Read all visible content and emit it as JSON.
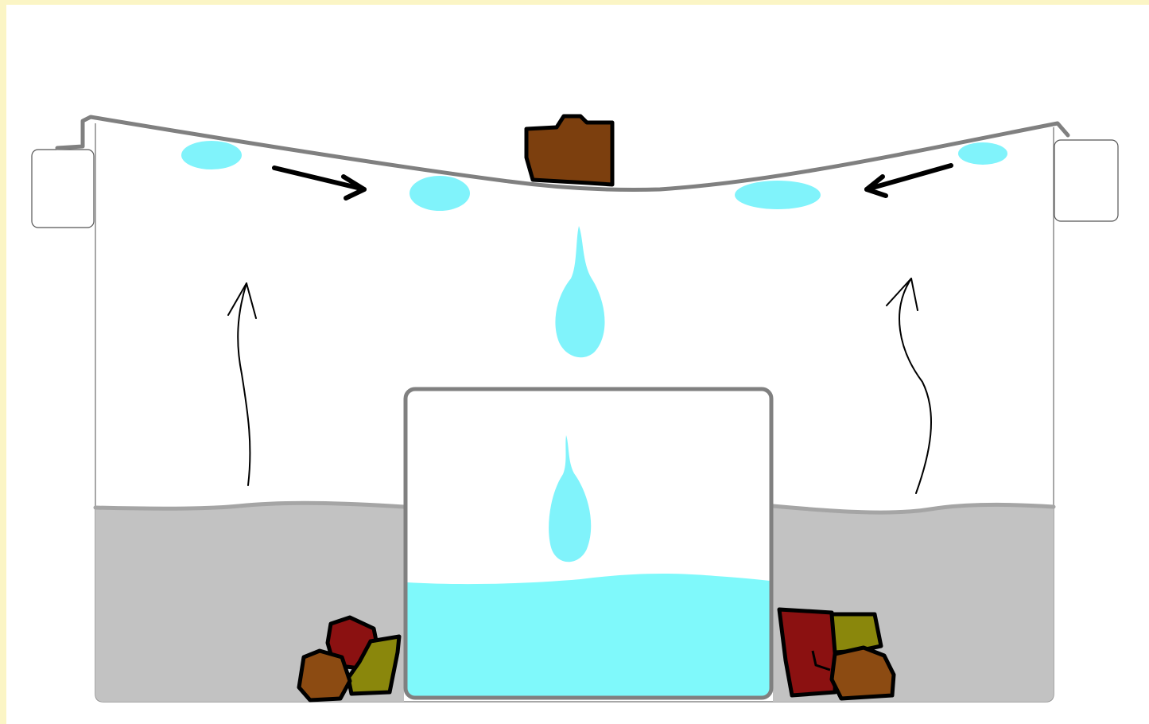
{
  "diagram": {
    "subject": "solar-still",
    "colors": {
      "frame": "#fbf5c5",
      "background": "#ffffff",
      "ground": "#c2c2c2",
      "ground_line": "#a5a5a5",
      "outline": "#8a8a8a",
      "plastic_sheet": "#808080",
      "water": "#7ff9fb",
      "droplet": "#80f3fb",
      "weight_rock": "#7c3f0e",
      "rock_red": "#8b1111",
      "rock_olive": "#8a870c",
      "rock_brown": "#8c4b12",
      "flow_arrow": "#000000"
    },
    "parts": {
      "sheet": "plastic-sheet",
      "weight": "center-weight-rock",
      "container": "collection-container",
      "collected_water": "collected-water",
      "ground": "ground",
      "anchor_rocks_left": "left-anchor-rocks",
      "anchor_rocks_right": "right-anchor-rocks",
      "flows": [
        "evaporation-left",
        "evaporation-right",
        "condensation-flow-left",
        "condensation-flow-right",
        "falling-drop"
      ]
    }
  }
}
